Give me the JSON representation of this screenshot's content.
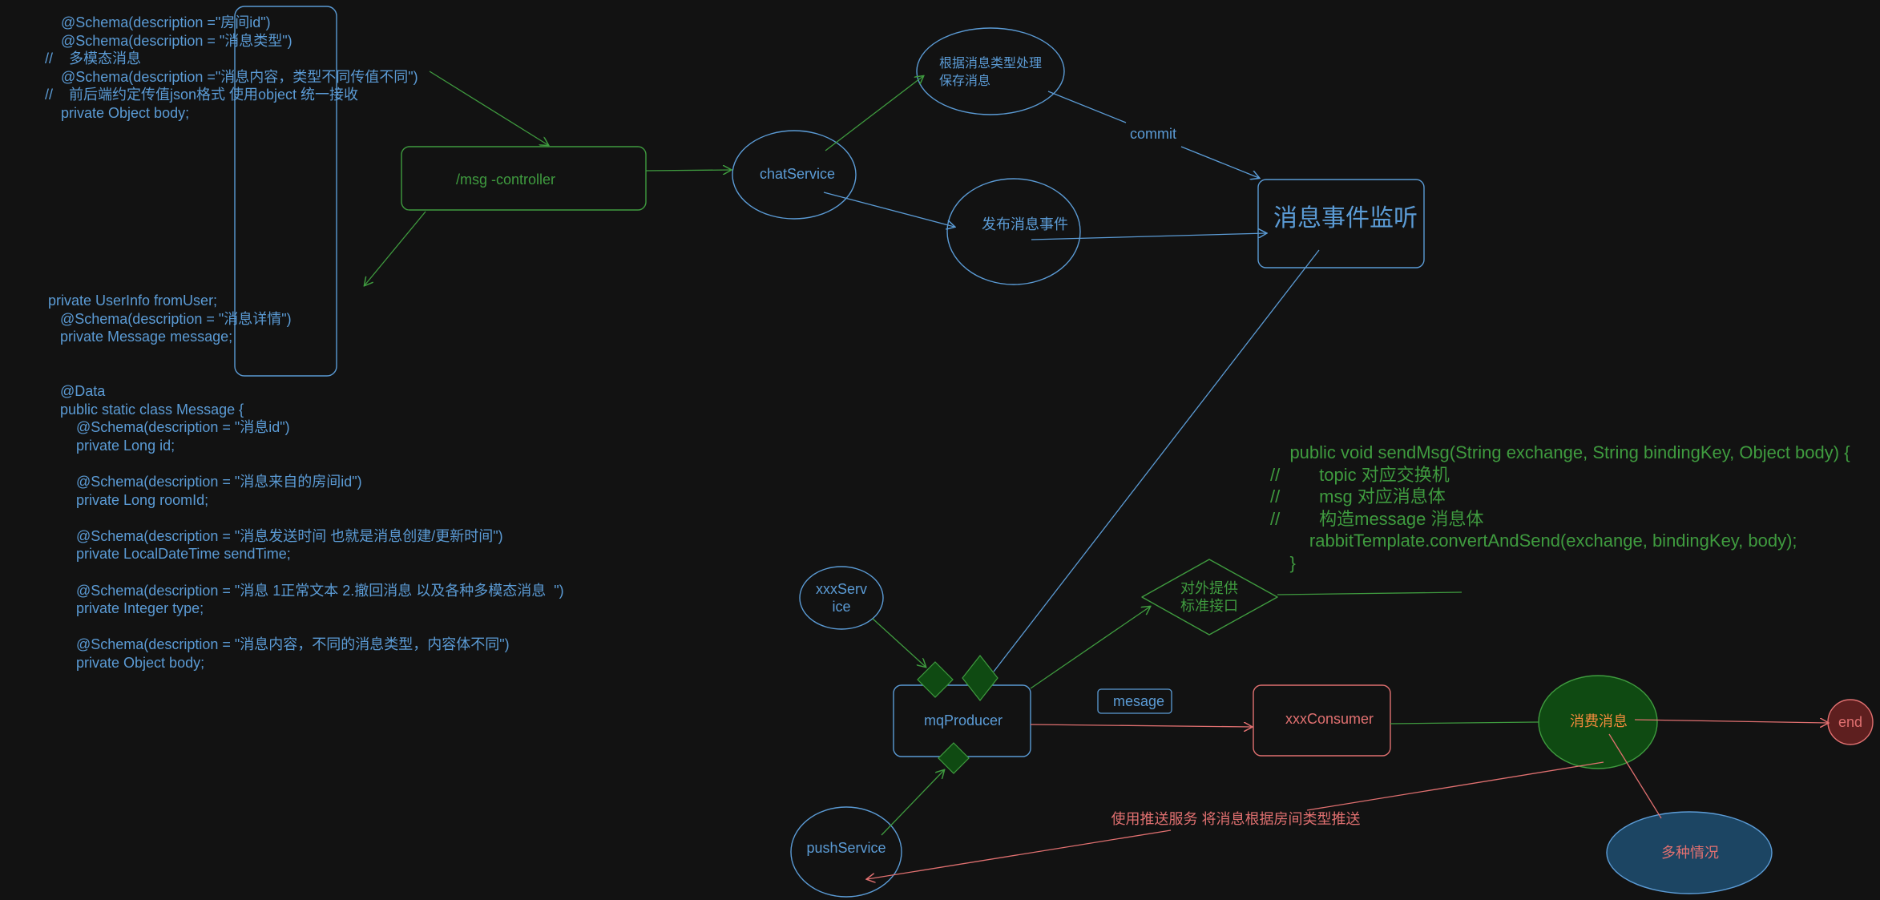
{
  "code_blocks": {
    "dto_top": [
      "    @Schema(description =\"房间id\")",
      "    @Schema(description = \"消息类型\")",
      "//    多模态消息",
      "    @Schema(description =\"消息内容，类型不同传值不同\")",
      "//    前后端约定传值json格式 使用object 统一接收",
      "    private Object body;"
    ],
    "dto_middle": [
      "private UserInfo fromUser;",
      "   @Schema(description = \"消息详情\")",
      "   private Message message;"
    ],
    "message_class": [
      "   @Data",
      "   public static class Message {",
      "       @Schema(description = \"消息id\")",
      "       private Long id;",
      "",
      "       @Schema(description = \"消息来自的房间id\")",
      "       private Long roomId;",
      "",
      "       @Schema(description = \"消息发送时间 也就是消息创建/更新时间\")",
      "       private LocalDateTime sendTime;",
      "",
      "       @Schema(description = \"消息 1正常文本 2.撤回消息 以及各种多模态消息  \")",
      "       private Integer type;",
      "",
      "       @Schema(description = \"消息内容，不同的消息类型，内容体不同\")",
      "       private Object body;"
    ],
    "send_msg": [
      "    public void sendMsg(String exchange, String bindingKey, Object body) {",
      "//        topic 对应交换机",
      "//        msg 对应消息体",
      "//        构造message 消息体",
      "        rabbitTemplate.convertAndSend(exchange, bindingKey, body);",
      "    }"
    ]
  },
  "nodes": {
    "msg_controller": "/msg -controller",
    "chat_service": "chatService",
    "process_save": "根据消息类型处理\n保存消息",
    "publish_event": "发布消息事件",
    "event_listener": "消息事件监听",
    "xxx_service": "xxxServ\nice",
    "mq_producer": "mqProducer",
    "external_api": "对外提供\n标准接口",
    "xxx_consumer": "xxxConsumer",
    "consume_msg": "消费消息",
    "end": "end",
    "many_cases": "多种情况",
    "push_service": "pushService"
  },
  "edge_labels": {
    "commit": "commit",
    "mesage": "mesage",
    "push_desc": "使用推送服务 将消息根据房间类型推送"
  },
  "colors": {
    "blue": "#5b9bd5",
    "green": "#3f9b3f",
    "red": "#e07070",
    "orange": "#f08a3c",
    "dark_green_fill": "#0f4a12",
    "dark_blue_fill": "#1c4563",
    "dark_red_fill": "#5e1f1f",
    "background": "#121212"
  }
}
